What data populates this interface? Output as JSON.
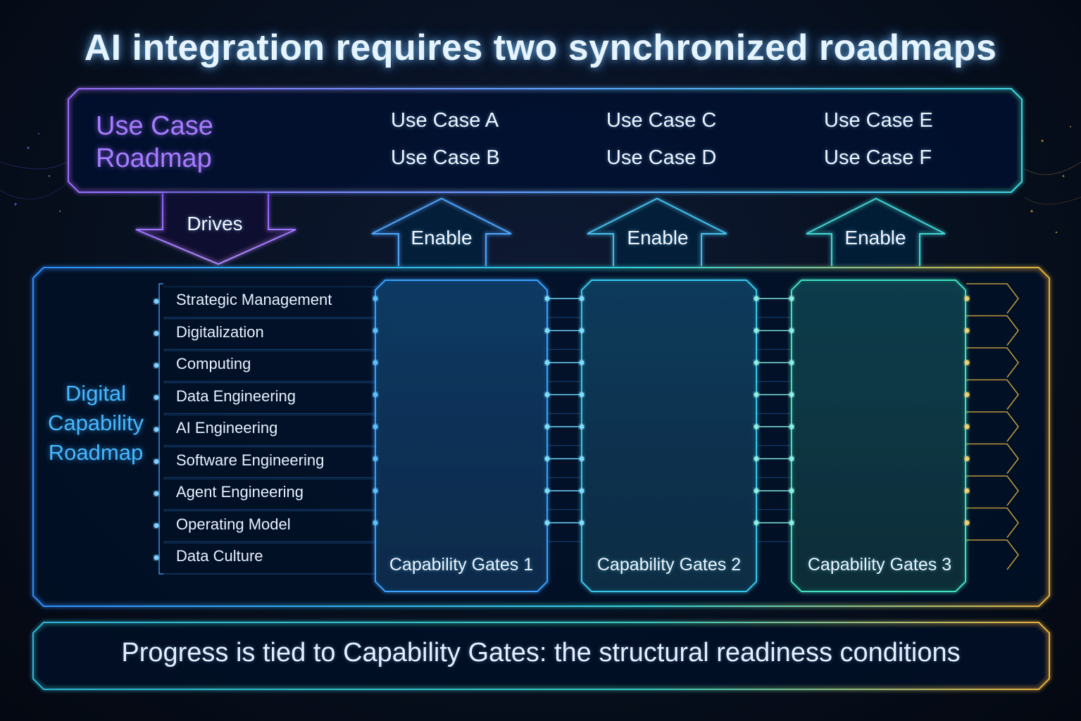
{
  "title": "AI integration requires two synchronized roadmaps",
  "use_case_roadmap": {
    "label_line1": "Use Case",
    "label_line2": "Roadmap",
    "columns": [
      {
        "top": "Use Case A",
        "bottom": "Use Case B"
      },
      {
        "top": "Use Case C",
        "bottom": "Use Case D"
      },
      {
        "top": "Use Case E",
        "bottom": "Use Case F"
      }
    ]
  },
  "arrows": {
    "drives": "Drives",
    "enable": [
      "Enable",
      "Enable",
      "Enable"
    ]
  },
  "digital_capability_roadmap": {
    "label_line1": "Digital",
    "label_line2": "Capability",
    "label_line3": "Roadmap",
    "capabilities": [
      "Strategic Management",
      "Digitalization",
      "Computing",
      "Data Engineering",
      "AI Engineering",
      "Software Engineering",
      "Agent Engineering",
      "Operating Model",
      "Data Culture"
    ],
    "gates": [
      "Capability Gates 1",
      "Capability Gates 2",
      "Capability Gates 3"
    ]
  },
  "footer": "Progress is tied to Capability Gates: the structural readiness conditions",
  "colors": {
    "purple": "#9d6bff",
    "blue": "#3aa8ff",
    "cyan": "#3fe0e6",
    "green": "#4fe3a8",
    "gold": "#e8b84a"
  }
}
